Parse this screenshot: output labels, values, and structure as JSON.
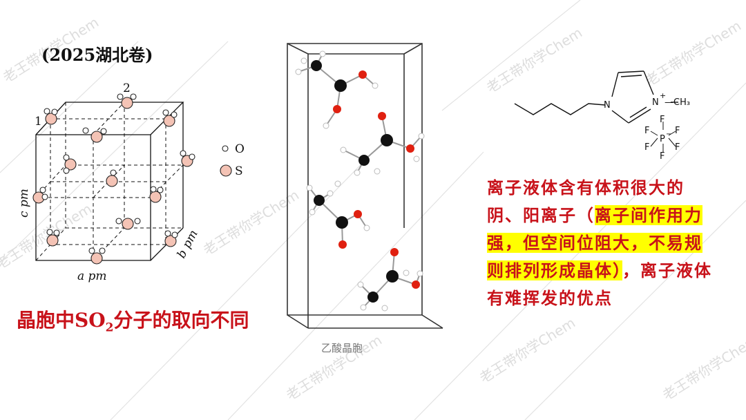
{
  "title": "(2025湖北卷)",
  "left_caption": {
    "prefix": "晶胞中SO",
    "subscript": "2",
    "suffix": "分子的取向不同"
  },
  "cell_labels": {
    "a": "a pm",
    "b": "b pm",
    "c": "c pm",
    "one": "1",
    "two": "2"
  },
  "legend": {
    "o": "O",
    "s": "S"
  },
  "acetic_caption": "乙酸晶胞",
  "ionic_formula": {
    "n_left": "N",
    "n_right": "N",
    "plus": "+",
    "methyl": "—CH₃",
    "f": "F",
    "p": "P",
    "minus": "−"
  },
  "right_text": {
    "part1": "离子液体含有体积很大的阴、阳离子（",
    "highlight": "离子间作用力强，但空间位阻大，不易规则排列形成晶体）",
    "part2": "，离子液体有难挥发的优点"
  },
  "watermark": "老王带你学Chem",
  "colors": {
    "red_text": "#c8121a",
    "highlight": "#ffff00",
    "oxygen": "#e02010",
    "carbon": "#111111",
    "sulfur": "#f4c3b5"
  }
}
